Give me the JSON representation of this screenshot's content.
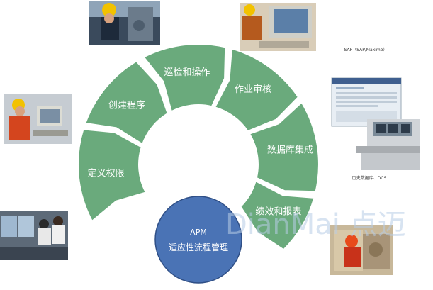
{
  "cycle_steps": [
    {
      "label": "定义权限",
      "color": "#6aaa7c"
    },
    {
      "label": "创建程序",
      "color": "#6aaa7c"
    },
    {
      "label": "巡检和操作",
      "color": "#6aaa7c"
    },
    {
      "label": "作业审核",
      "color": "#6aaa7c"
    },
    {
      "label": "数据库集成",
      "color": "#6aaa7c"
    },
    {
      "label": "绩效和报表",
      "color": "#6aaa7c"
    }
  ],
  "center": {
    "title": "APM",
    "subtitle": "适应性流程管理",
    "color": "#4a73b5"
  },
  "captions": {
    "sap": "SAP（SAP,Maximo）",
    "history": "历史数据库、DCS"
  },
  "watermark": "DianMai 点迈",
  "photos": [
    {
      "name": "worker-hardhat-valve-photo"
    },
    {
      "name": "operator-workstation-photo"
    },
    {
      "name": "worker-hardhat-computer-photo"
    },
    {
      "name": "sap-screen-photo"
    },
    {
      "name": "dcs-console-photo"
    },
    {
      "name": "control-room-operators-photo"
    },
    {
      "name": "field-worker-equipment-photo"
    }
  ]
}
